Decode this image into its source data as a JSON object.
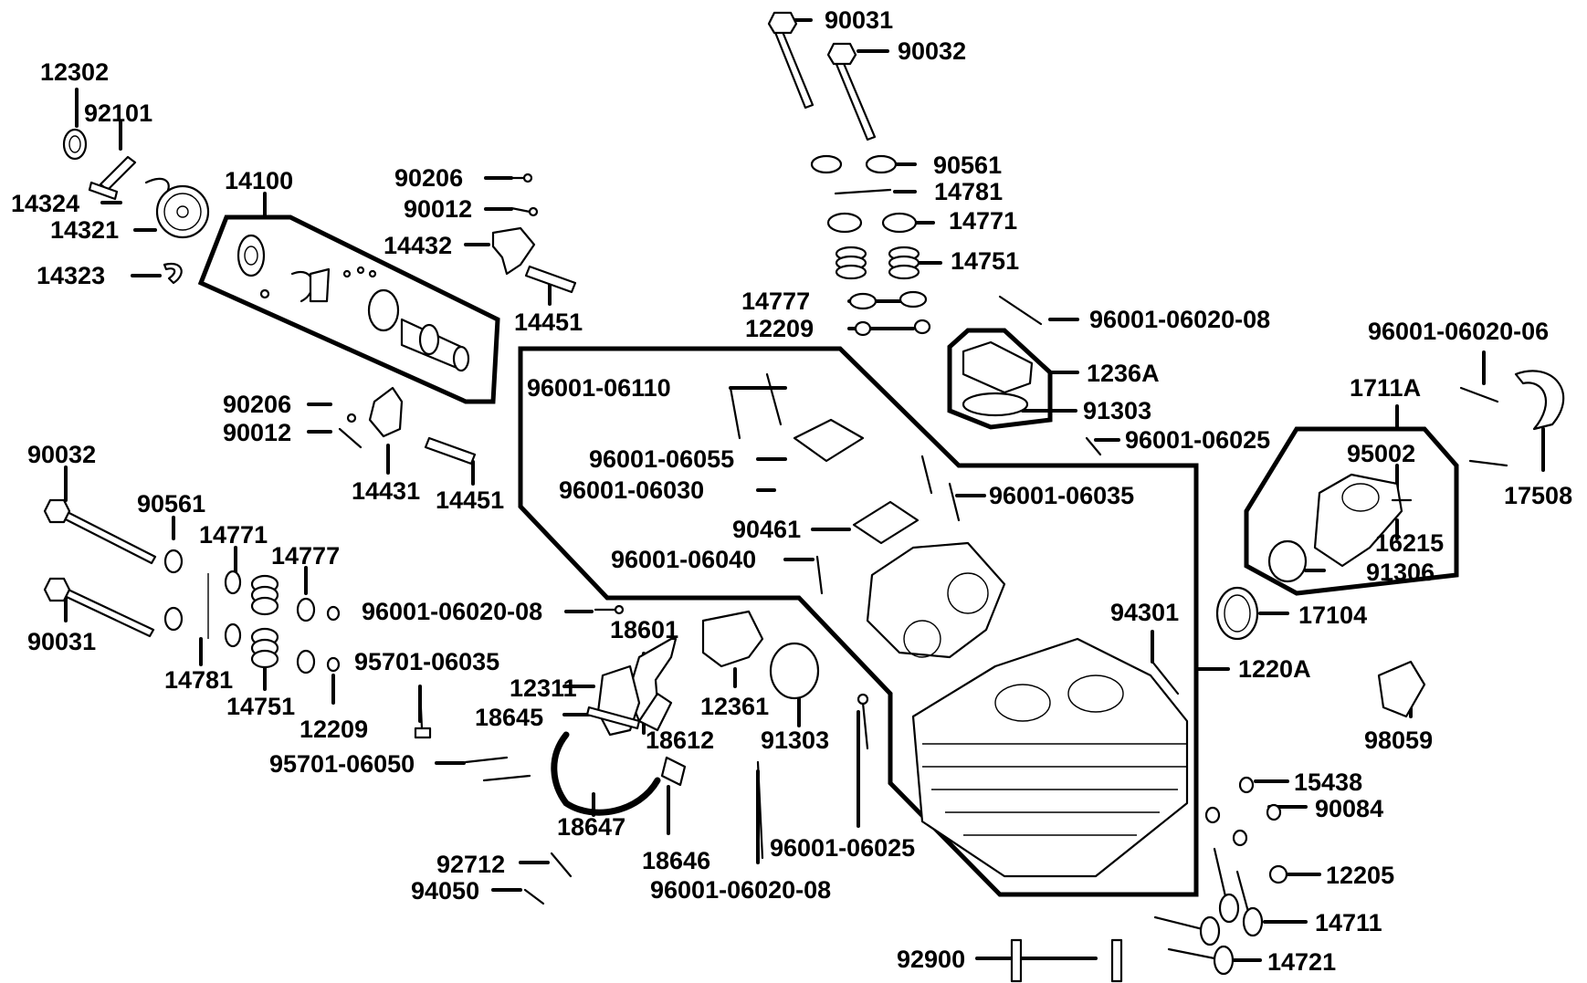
{
  "diagram": {
    "labels": [
      {
        "id": "p12302",
        "text": "12302"
      },
      {
        "id": "p92101",
        "text": "92101"
      },
      {
        "id": "p14324",
        "text": "14324"
      },
      {
        "id": "p14321",
        "text": "14321"
      },
      {
        "id": "p14323",
        "text": "14323"
      },
      {
        "id": "p14100",
        "text": "14100"
      },
      {
        "id": "p90206a",
        "text": "90206"
      },
      {
        "id": "p90012a",
        "text": "90012"
      },
      {
        "id": "p14432",
        "text": "14432"
      },
      {
        "id": "p14451a",
        "text": "14451"
      },
      {
        "id": "p90206b",
        "text": "90206"
      },
      {
        "id": "p90012b",
        "text": "90012"
      },
      {
        "id": "p14431",
        "text": "14431"
      },
      {
        "id": "p14451b",
        "text": "14451"
      },
      {
        "id": "p90032a",
        "text": "90032"
      },
      {
        "id": "p90561a",
        "text": "90561"
      },
      {
        "id": "p14771a",
        "text": "14771"
      },
      {
        "id": "p14777a",
        "text": "14777"
      },
      {
        "id": "p90031a",
        "text": "90031"
      },
      {
        "id": "p14781a",
        "text": "14781"
      },
      {
        "id": "p14751a",
        "text": "14751"
      },
      {
        "id": "p12209a",
        "text": "12209"
      },
      {
        "id": "p96001_06020_08a",
        "text": "96001-06020-08"
      },
      {
        "id": "p95701_06035",
        "text": "95701-06035"
      },
      {
        "id": "p18601",
        "text": "18601"
      },
      {
        "id": "p12311",
        "text": "12311"
      },
      {
        "id": "p18645",
        "text": "18645"
      },
      {
        "id": "p18612",
        "text": "18612"
      },
      {
        "id": "p12361",
        "text": "12361"
      },
      {
        "id": "p91303a",
        "text": "91303"
      },
      {
        "id": "p95701_06050",
        "text": "95701-06050"
      },
      {
        "id": "p18647",
        "text": "18647"
      },
      {
        "id": "p18646",
        "text": "18646"
      },
      {
        "id": "p92712",
        "text": "92712"
      },
      {
        "id": "p94050",
        "text": "94050"
      },
      {
        "id": "p96001_06020_08b",
        "text": "96001-06020-08"
      },
      {
        "id": "p96001_06025a",
        "text": "96001-06025"
      },
      {
        "id": "p92900",
        "text": "92900"
      },
      {
        "id": "p90031b",
        "text": "90031"
      },
      {
        "id": "p90032b",
        "text": "90032"
      },
      {
        "id": "p90561b",
        "text": "90561"
      },
      {
        "id": "p14781b",
        "text": "14781"
      },
      {
        "id": "p14771b",
        "text": "14771"
      },
      {
        "id": "p14751b",
        "text": "14751"
      },
      {
        "id": "p14777b",
        "text": "14777"
      },
      {
        "id": "p12209b",
        "text": "12209"
      },
      {
        "id": "p96001_06020_08c",
        "text": "96001-06020-08"
      },
      {
        "id": "p1236A",
        "text": "1236A"
      },
      {
        "id": "p91303b",
        "text": "91303"
      },
      {
        "id": "p96001_06025b",
        "text": "96001-06025"
      },
      {
        "id": "p96001_06110",
        "text": "96001-06110"
      },
      {
        "id": "p96001_06055",
        "text": "96001-06055"
      },
      {
        "id": "p96001_06030",
        "text": "96001-06030"
      },
      {
        "id": "p96001_06035",
        "text": "96001-06035"
      },
      {
        "id": "p90461",
        "text": "90461"
      },
      {
        "id": "p96001_06040",
        "text": "96001-06040"
      },
      {
        "id": "p94301",
        "text": "94301"
      },
      {
        "id": "p1220A",
        "text": "1220A"
      },
      {
        "id": "p96001_06020_06",
        "text": "96001-06020-06"
      },
      {
        "id": "p1711A",
        "text": "1711A"
      },
      {
        "id": "p95002",
        "text": "95002"
      },
      {
        "id": "p17508",
        "text": "17508"
      },
      {
        "id": "p16215",
        "text": "16215"
      },
      {
        "id": "p91306",
        "text": "91306"
      },
      {
        "id": "p17104",
        "text": "17104"
      },
      {
        "id": "p98059",
        "text": "98059"
      },
      {
        "id": "p15438",
        "text": "15438"
      },
      {
        "id": "p90084",
        "text": "90084"
      },
      {
        "id": "p12205",
        "text": "12205"
      },
      {
        "id": "p14711",
        "text": "14711"
      },
      {
        "id": "p14721",
        "text": "14721"
      }
    ]
  }
}
